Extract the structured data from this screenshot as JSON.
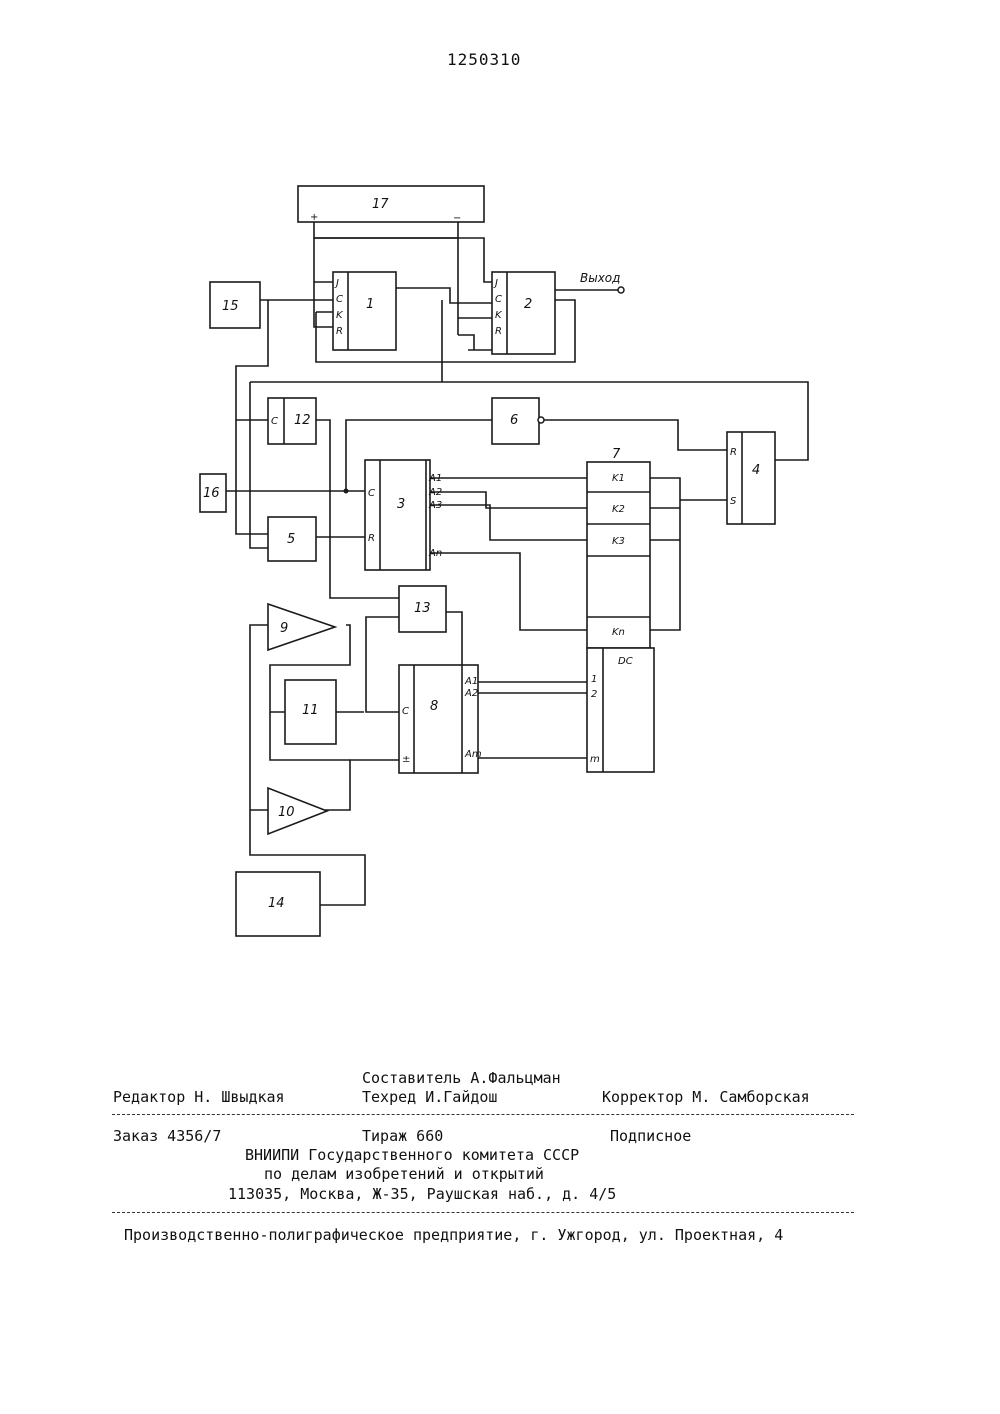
{
  "document": {
    "number": "1250310"
  },
  "diagram": {
    "blocks": {
      "b1": {
        "label": "1",
        "pins": [
          "J",
          "C",
          "K",
          "R"
        ]
      },
      "b2": {
        "label": "2",
        "pins": [
          "J",
          "C",
          "K",
          "R"
        ]
      },
      "b3": {
        "label": "3",
        "pins_in": [
          "C",
          "R"
        ],
        "pins_out": [
          "A1",
          "A2",
          "A3",
          "An"
        ]
      },
      "b4": {
        "label": "4",
        "pins": [
          "R",
          "S"
        ]
      },
      "b5": {
        "label": "5"
      },
      "b6": {
        "label": "6"
      },
      "b7": {
        "label": "7",
        "cells": [
          "K1",
          "K2",
          "K3",
          "Kn"
        ],
        "decoder_label": "DC",
        "decoder_inputs": [
          "1",
          "2",
          "m"
        ]
      },
      "b8": {
        "label": "8",
        "pins_in": [
          "C",
          "±"
        ],
        "pins_out": [
          "A1",
          "A2",
          "Am"
        ]
      },
      "b9": {
        "label": "9"
      },
      "b10": {
        "label": "10"
      },
      "b11": {
        "label": "11"
      },
      "b12": {
        "label": "12",
        "pins": [
          "C"
        ]
      },
      "b13": {
        "label": "13"
      },
      "b14": {
        "label": "14"
      },
      "b15": {
        "label": "15"
      },
      "b16": {
        "label": "16"
      },
      "b17": {
        "label": "17",
        "plus": "+",
        "minus": "−"
      }
    },
    "output_label": "Выход"
  },
  "imprint": {
    "compiler": "Составитель А.Фальцман",
    "editor": "Редактор Н. Швыдкая",
    "techred": "Техред И.Гайдош",
    "corrector": "Корректор М. Самборская",
    "order": "Заказ 4356/7",
    "print_run": "Тираж 660",
    "subscription": "Подписное",
    "org_line1": "ВНИИПИ Государственного комитета СССР",
    "org_line2": "по делам изобретений и открытий",
    "org_address": "113035, Москва, Ж-35, Раушская наб., д. 4/5",
    "printer": "Производственно-полиграфическое предприятие, г. Ужгород, ул. Проектная, 4"
  }
}
